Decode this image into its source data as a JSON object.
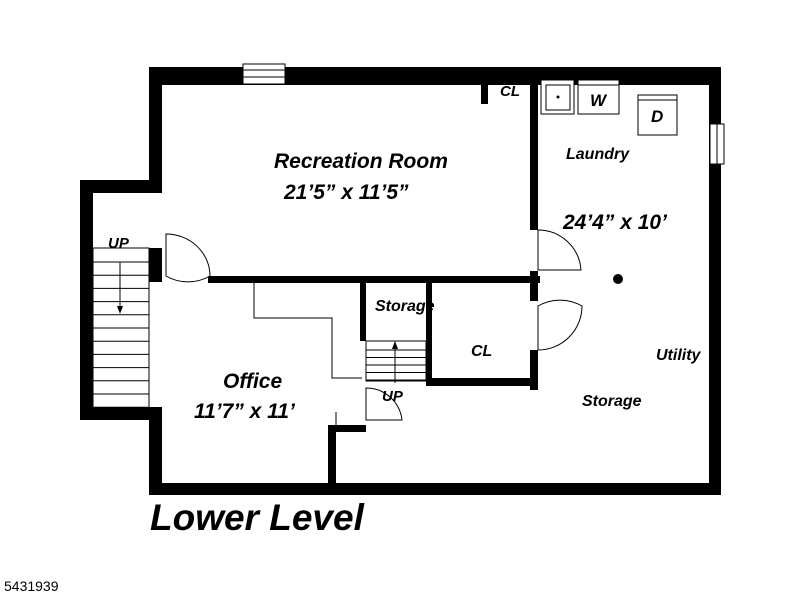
{
  "plan": {
    "title": "Lower Level",
    "listing_id": "5431939",
    "rooms": {
      "recreation_name": "Recreation Room",
      "recreation_dims": "21’5” x 11’5”",
      "laundry_name": "Laundry",
      "laundry_dims": "24’4” x 10’",
      "office_name": "Office",
      "office_dims": "11’7” x 11’",
      "storage_small": "Storage",
      "storage_main": "Storage",
      "utility": "Utility",
      "closet_top": "CL",
      "closet_mid": "CL"
    },
    "appliances": {
      "washer": "W",
      "dryer": "D"
    },
    "stairs": {
      "left_up": "UP",
      "center_up": "UP"
    }
  }
}
